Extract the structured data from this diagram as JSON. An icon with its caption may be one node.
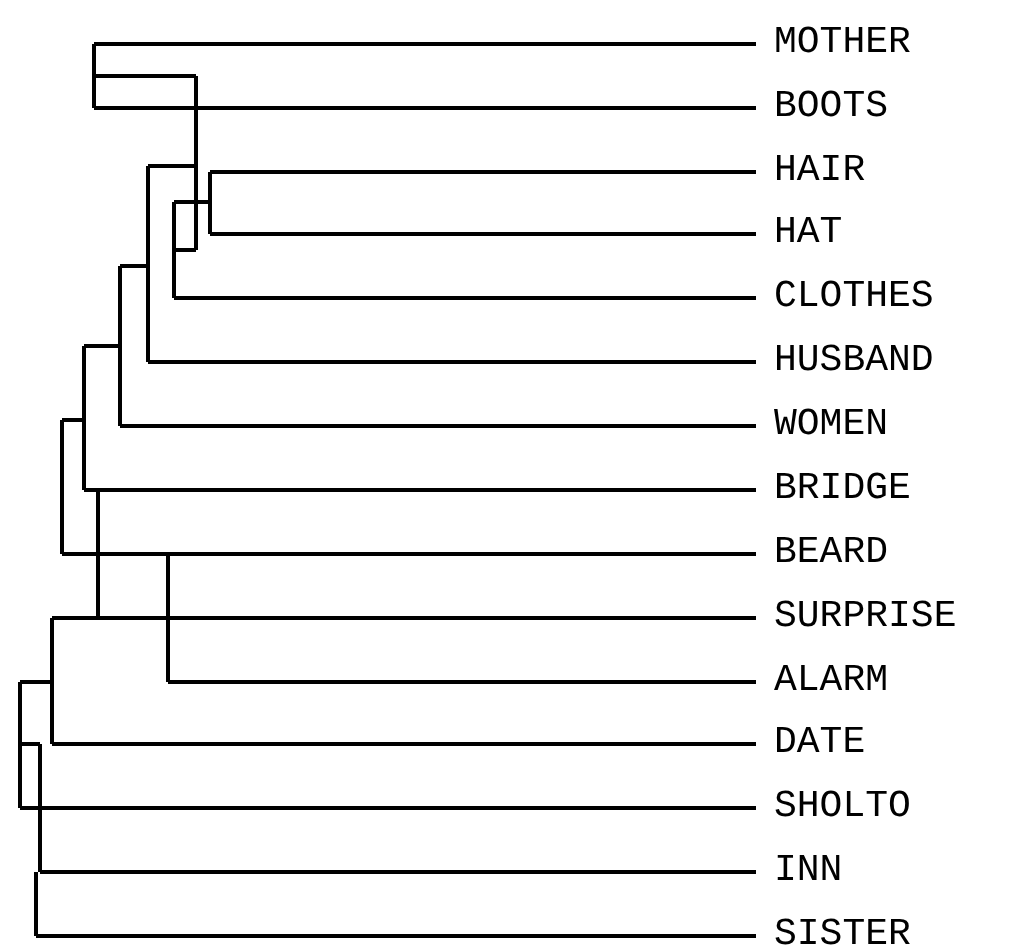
{
  "diagram": {
    "labels": [
      "MOTHER",
      "BOOTS",
      "HAIR",
      "HAT",
      "CLOTHES",
      "HUSBAND",
      "WOMEN",
      "BRIDGE",
      "BEARD",
      "SURPRISE",
      "ALARM",
      "DATE",
      "SHOLTO",
      "INN",
      "SISTER"
    ]
  }
}
